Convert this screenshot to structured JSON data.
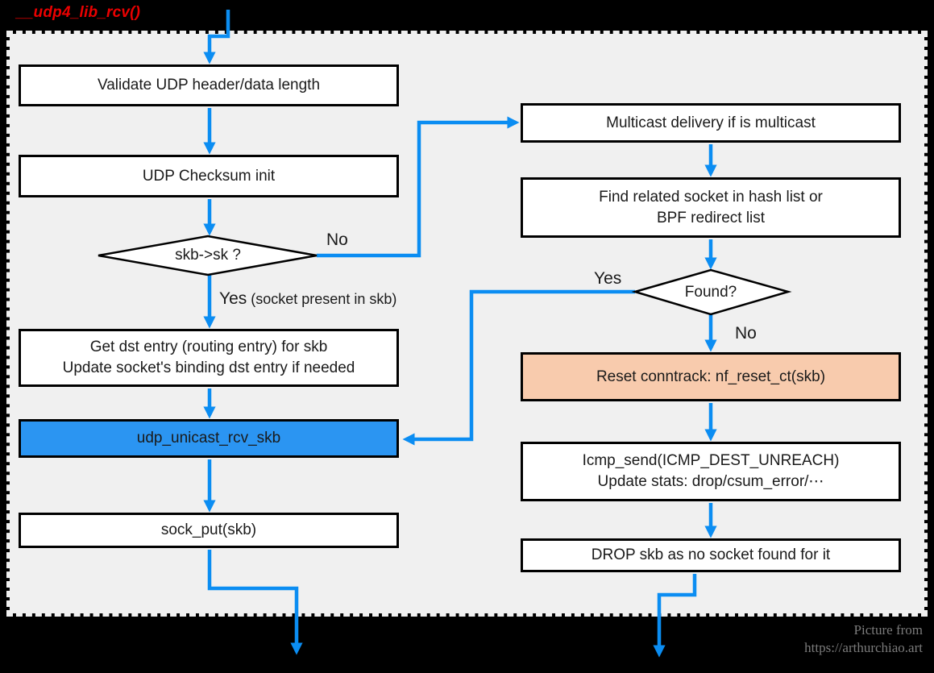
{
  "title": "__udp4_lib_rcv()",
  "nodes": {
    "validate": "Validate UDP header/data length",
    "checksum": "UDP Checksum init",
    "skb_sk": "skb->sk ?",
    "get_dst": "Get dst entry (routing entry) for skb\nUpdate socket's binding dst entry if needed",
    "unicast": "udp_unicast_rcv_skb",
    "sock_put": "sock_put(skb)",
    "multicast": "Multicast delivery if is multicast",
    "find_socket": "Find related socket in hash list or\nBPF redirect list",
    "found": "Found?",
    "reset_ct": "Reset conntrack: nf_reset_ct(skb)",
    "icmp": "Icmp_send(ICMP_DEST_UNREACH)\nUpdate stats: drop/csum_error/⋯",
    "drop": "DROP skb as no socket found for it"
  },
  "labels": {
    "no_skb": "No",
    "yes_skb": "Yes",
    "yes_skb_note": " (socket present in skb)",
    "yes_found": "Yes",
    "no_found": "No"
  },
  "watermark": {
    "line1": "Picture from",
    "line2": "https://arthurchiao.art"
  },
  "colors": {
    "arrow": "#0b8df2",
    "highlight_box": "#2b95f2",
    "warn_box": "#f8cbad",
    "title": "#ea0000",
    "panel_bg": "#f0f0f0"
  }
}
